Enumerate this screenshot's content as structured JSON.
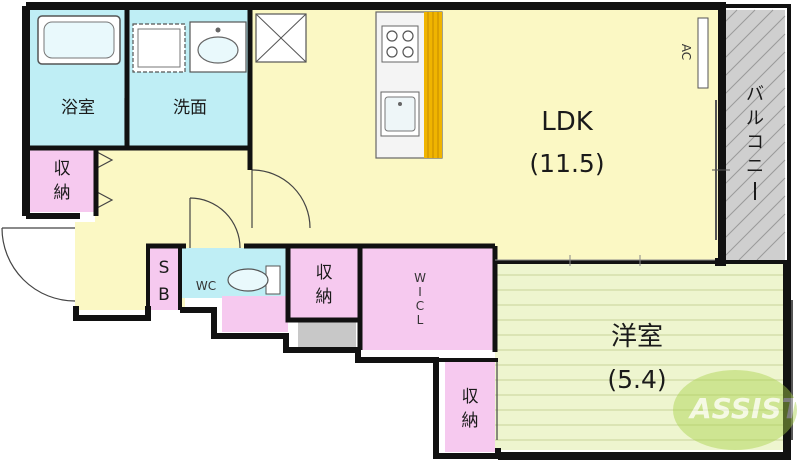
{
  "rooms": {
    "bath": "浴室",
    "washroom": "洗面",
    "storage_left": "収納",
    "ldk_name": "LDK",
    "ldk_size": "(11.5)",
    "balcony": "バルコニー",
    "sb_top": "S",
    "sb_bottom": "B",
    "wc": "WC",
    "storage_center": "収納",
    "wcl": "W.I.C.L",
    "western_name": "洋室",
    "western_size": "(5.4)",
    "storage_bottom": "収納",
    "ac": "AC"
  },
  "watermark": "ASSIST",
  "colors": {
    "wall": "#111111",
    "wet_area": "#bfeef5",
    "ldk_floor": "#fbf8c4",
    "storage": "#f6c9ef",
    "western_floor": "#eef5cf",
    "balcony": "#cfcfcf",
    "counter_accent": "#f0b400"
  }
}
